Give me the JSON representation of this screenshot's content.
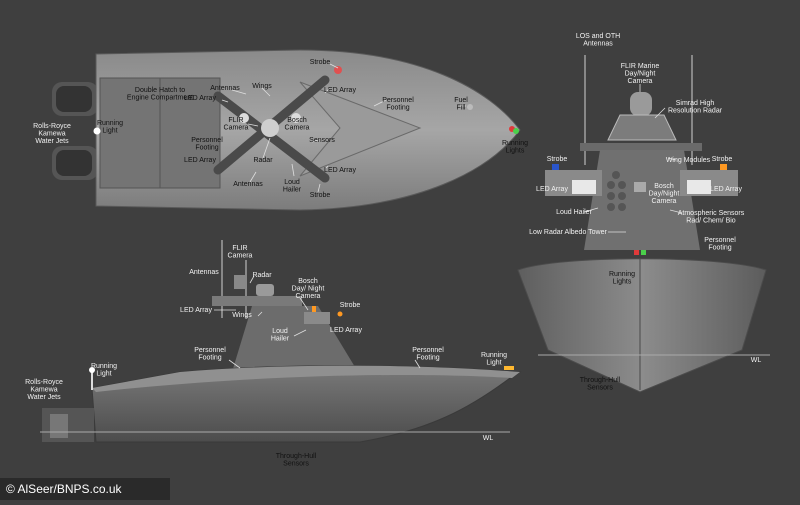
{
  "credit": "© AlSeer/BNPS.co.uk",
  "top_view": {
    "labels": [
      {
        "id": "rolls",
        "lines": [
          "Rolls-Royce",
          "Kamewa",
          "Water Jets"
        ]
      },
      {
        "id": "running_light",
        "lines": [
          "Running",
          "Light"
        ]
      },
      {
        "id": "hatch",
        "lines": [
          "Double Hatch to",
          "Engine Compartment"
        ]
      },
      {
        "id": "led_array_1",
        "lines": [
          "LED Array"
        ]
      },
      {
        "id": "antennas_1",
        "lines": [
          "Antennas"
        ]
      },
      {
        "id": "wings",
        "lines": [
          "Wings"
        ]
      },
      {
        "id": "strobe_1",
        "lines": [
          "Strobe"
        ]
      },
      {
        "id": "led_array_2",
        "lines": [
          "LED Array"
        ]
      },
      {
        "id": "flir",
        "lines": [
          "FLIR",
          "Camera"
        ]
      },
      {
        "id": "bosch",
        "lines": [
          "Bosch",
          "Camera"
        ]
      },
      {
        "id": "personnel_footing_1",
        "lines": [
          "Personnel",
          "Footing"
        ]
      },
      {
        "id": "sensors",
        "lines": [
          "Sensors"
        ]
      },
      {
        "id": "personnel_footing_2",
        "lines": [
          "Personnel",
          "Footing"
        ]
      },
      {
        "id": "fuel_fill",
        "lines": [
          "Fuel",
          "Fill"
        ]
      },
      {
        "id": "running_lights",
        "lines": [
          "Running",
          "Lights"
        ]
      },
      {
        "id": "led_array_3",
        "lines": [
          "LED Array"
        ]
      },
      {
        "id": "radar",
        "lines": [
          "Radar"
        ]
      },
      {
        "id": "antennas_2",
        "lines": [
          "Antennas"
        ]
      },
      {
        "id": "loud_hailer",
        "lines": [
          "Loud",
          "Hailer"
        ]
      },
      {
        "id": "led_array_4",
        "lines": [
          "LED Array"
        ]
      },
      {
        "id": "strobe_2",
        "lines": [
          "Strobe"
        ]
      }
    ]
  },
  "front_view": {
    "labels": [
      {
        "id": "los",
        "lines": [
          "LOS and OTH",
          "Antennas"
        ]
      },
      {
        "id": "flir_marine",
        "lines": [
          "FLIR Marine",
          "Day/Night",
          "Camera"
        ]
      },
      {
        "id": "simrad",
        "lines": [
          "Simrad High",
          "Resolution Radar"
        ]
      },
      {
        "id": "strobe_l",
        "lines": [
          "Strobe"
        ]
      },
      {
        "id": "wing_modules",
        "lines": [
          "Wing Modules"
        ]
      },
      {
        "id": "strobe_r",
        "lines": [
          "Strobe"
        ]
      },
      {
        "id": "led_l",
        "lines": [
          "LED Array"
        ]
      },
      {
        "id": "bosch_dn",
        "lines": [
          "Bosch",
          "Day/Night",
          "Camera"
        ]
      },
      {
        "id": "led_r",
        "lines": [
          "LED Array"
        ]
      },
      {
        "id": "loud_hailer",
        "lines": [
          "Loud Hailer"
        ]
      },
      {
        "id": "atmos",
        "lines": [
          "Atmospheric Sensors",
          "Rad/ Chem/ Bio"
        ]
      },
      {
        "id": "low_radar",
        "lines": [
          "Low Radar Albedo Tower"
        ]
      },
      {
        "id": "personnel",
        "lines": [
          "Personnel",
          "Footing"
        ]
      },
      {
        "id": "running_lights",
        "lines": [
          "Running",
          "Lights"
        ]
      },
      {
        "id": "through_hull",
        "lines": [
          "Through-Hull",
          "Sensors"
        ]
      },
      {
        "id": "wl",
        "lines": [
          "WL"
        ]
      }
    ]
  },
  "side_view": {
    "labels": [
      {
        "id": "flir",
        "lines": [
          "FLIR",
          "Camera"
        ]
      },
      {
        "id": "antennas",
        "lines": [
          "Antennas"
        ]
      },
      {
        "id": "radar",
        "lines": [
          "Radar"
        ]
      },
      {
        "id": "bosch",
        "lines": [
          "Bosch",
          "Day/ Night",
          "Camera"
        ]
      },
      {
        "id": "strobe",
        "lines": [
          "Strobe"
        ]
      },
      {
        "id": "led_array_1",
        "lines": [
          "LED Array"
        ]
      },
      {
        "id": "wings",
        "lines": [
          "Wings"
        ]
      },
      {
        "id": "loud_hailer",
        "lines": [
          "Loud",
          "Hailer"
        ]
      },
      {
        "id": "led_array_2",
        "lines": [
          "LED Array"
        ]
      },
      {
        "id": "personnel_1",
        "lines": [
          "Personnel",
          "Footing"
        ]
      },
      {
        "id": "personnel_2",
        "lines": [
          "Personnel",
          "Footing"
        ]
      },
      {
        "id": "running_light_1",
        "lines": [
          "Running",
          "Light"
        ]
      },
      {
        "id": "running_light_2",
        "lines": [
          "Running",
          "Light"
        ]
      },
      {
        "id": "rolls",
        "lines": [
          "Rolls-Royce",
          "Kamewa",
          "Water Jets"
        ]
      },
      {
        "id": "through_hull",
        "lines": [
          "Through-Hull",
          "Sensors"
        ]
      },
      {
        "id": "wl",
        "lines": [
          "WL"
        ]
      }
    ]
  }
}
